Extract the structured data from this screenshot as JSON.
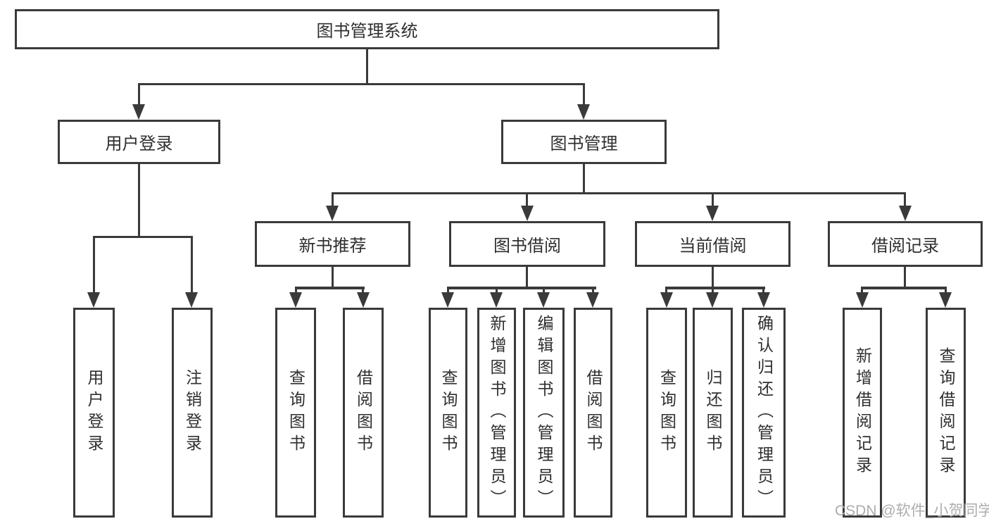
{
  "nodes": {
    "root": "图书管理系统",
    "user_login": "用户登录",
    "book_management": "图书管理",
    "new_book_recommend": "新书推荐",
    "book_borrow": "图书借阅",
    "current_borrow": "当前借阅",
    "borrow_records": "借阅记录"
  },
  "leaves": {
    "user_login": "用户登录",
    "logout": "注销登录",
    "rec_query": "查询图书",
    "rec_borrow": "借阅图书",
    "borrow_query": "查询图书",
    "borrow_add": "新增图书（管理员）",
    "borrow_edit": "编辑图书（管理员）",
    "borrow_borrow": "借阅图书",
    "current_query": "查询图书",
    "current_return": "归还图书",
    "current_confirm": "确认归还（管理员）",
    "records_add": "新增借阅记录",
    "records_query": "查询借阅记录"
  },
  "watermark": {
    "text": "CSDN @软件_小贺同学"
  },
  "colors": {
    "line": "#3a3a3a",
    "text": "#2f2f2f",
    "watermark": "#adadad",
    "background": "#ffffff"
  }
}
